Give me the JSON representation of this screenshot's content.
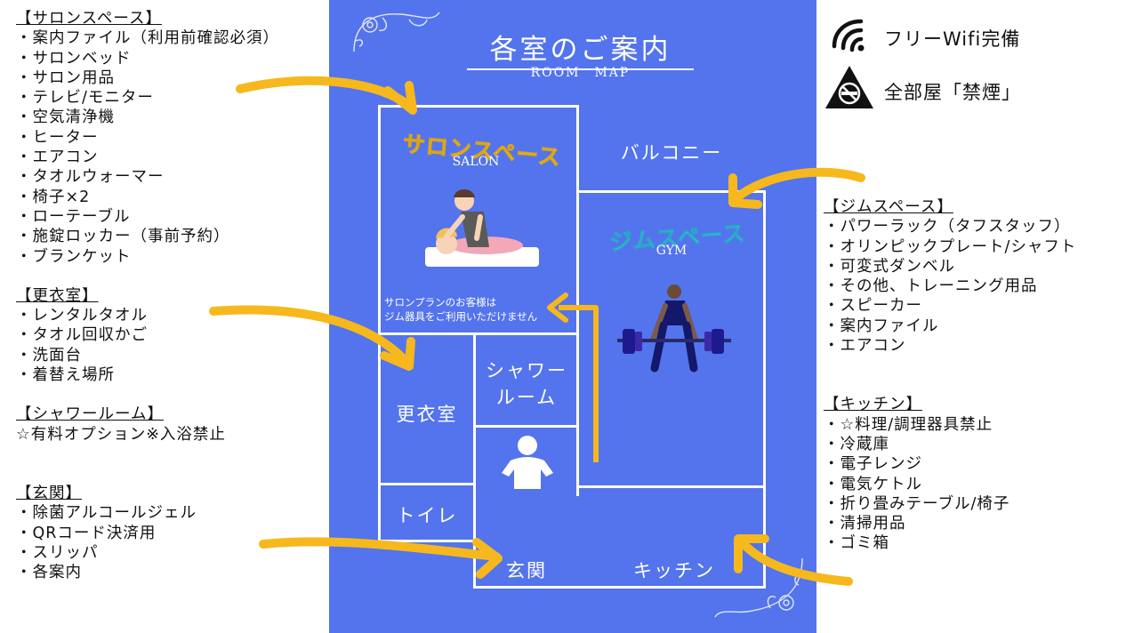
{
  "map": {
    "title": "各室のご案内",
    "subtitle": "ROOM　MAP",
    "rooms": {
      "salon_jp": "サロンスペース",
      "salon_en": "SALON",
      "balcony": "バルコニー",
      "gym_jp": "ジムスペース",
      "gym_en": "GYM",
      "salon_note_1": "サロンプランのお客様は",
      "salon_note_2": "ジム器具をご利用いただけません",
      "shower_1": "シャワー",
      "shower_2": "ルーム",
      "locker": "更衣室",
      "toilet": "トイレ",
      "entrance": "玄関",
      "kitchen": "キッチン"
    }
  },
  "info": {
    "wifi": "フリーWifi完備",
    "smoking": "全部屋「禁煙」"
  },
  "left_sections": [
    {
      "heading": "【サロンスペース】",
      "items": [
        "・案内ファイル（利用前確認必須）",
        "・サロンベッド",
        "・サロン用品",
        "・テレビ/モニター",
        "・空気清浄機",
        "・ヒーター",
        "・エアコン",
        "・タオルウォーマー",
        "・椅子×2",
        "・ローテーブル",
        "・施錠ロッカー（事前予約）",
        "・ブランケット"
      ]
    },
    {
      "heading": "【更衣室】",
      "items": [
        "・レンタルタオル",
        "・タオル回収かご",
        "・洗面台",
        "・着替え場所"
      ]
    },
    {
      "heading": "【シャワールーム】",
      "items": [
        "☆有料オプション※入浴禁止"
      ]
    },
    {
      "heading": "【玄関】",
      "items": [
        "・除菌アルコールジェル",
        "・QRコード決済用",
        "・スリッパ",
        "・各案内"
      ]
    }
  ],
  "right_sections": [
    {
      "heading": "【ジムスペース】",
      "items": [
        "・パワーラック（タフスタッフ）",
        "・オリンピックプレート/シャフト",
        "・可変式ダンベル",
        "・その他、トレーニング用品",
        "・スピーカー",
        "・案内ファイル",
        "・エアコン"
      ]
    },
    {
      "heading": "【キッチン】",
      "items": [
        "・☆料理/調理器具禁止",
        "・冷蔵庫",
        "・電子レンジ",
        "・電気ケトル",
        "・折り畳みテーブル/椅子",
        "・清掃用品",
        "・ゴミ箱"
      ]
    }
  ],
  "colors": {
    "panel": "#5374ec",
    "arrow": "#f6b81c",
    "salon_title": "#f8e34c",
    "gym_title": "#6fe3f0"
  },
  "icons": [
    "wifi-icon",
    "no-smoking-icon",
    "person-icon",
    "massage-illustration",
    "weightlifter-illustration",
    "ornament-icon"
  ]
}
